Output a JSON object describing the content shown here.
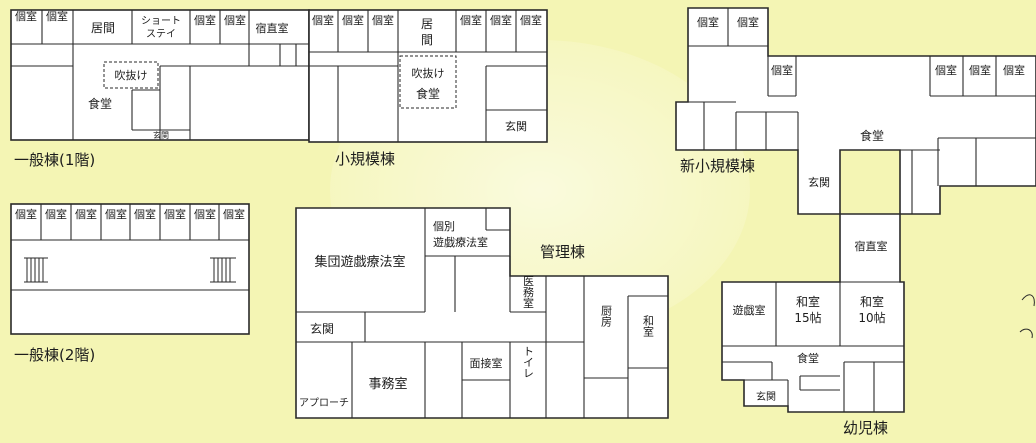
{
  "colors": {
    "background": "#f4f5b4",
    "wall": "#2a2a2a",
    "room_fill": "#ffffff"
  },
  "buildings": {
    "ippan1": {
      "caption": "一般棟(1階)",
      "rooms": {
        "koshitsu_a": "個室",
        "koshitsu_b": "個室",
        "ima": "居間",
        "shortstay_1": "ショート",
        "shortstay_2": "ステイ",
        "koshitsu_c": "個室",
        "koshitsu_d": "個室",
        "shukuchoku": "宿直室",
        "fukinuke": "吹抜け",
        "shokudo": "食堂",
        "genkan": "玄関"
      }
    },
    "shokibo": {
      "caption": "小規模棟",
      "rooms": {
        "koshitsu_a": "個室",
        "koshitsu_b": "個室",
        "koshitsu_c": "個室",
        "ima_1": "居",
        "ima_2": "間",
        "koshitsu_d": "個室",
        "koshitsu_e": "個室",
        "koshitsu_f": "個室",
        "fukinuke": "吹抜け",
        "shokudo": "食堂",
        "genkan": "玄関"
      }
    },
    "ippan2": {
      "caption": "一般棟(2階)",
      "rooms": [
        "個室",
        "個室",
        "個室",
        "個室",
        "個室",
        "個室",
        "個室",
        "個室"
      ]
    },
    "kanri": {
      "caption": "管理棟",
      "rooms": {
        "shudan": "集団遊戯療法室",
        "kobetsu_1": "個別",
        "kobetsu_2": "遊戯療法室",
        "imu": "医務室",
        "chubo": "厨房",
        "washitsu": "和室",
        "genkan": "玄関",
        "jimu": "事務室",
        "mensetsu": "面接室",
        "toilet": "トイレ",
        "approach": "アプローチ"
      }
    },
    "shinshokibo": {
      "caption": "新小規模棟",
      "rooms": {
        "koshitsu_a": "個室",
        "koshitsu_b": "個室",
        "koshitsu_c": "個室",
        "koshitsu_d": "個室",
        "koshitsu_e": "個室",
        "koshitsu_f": "個室",
        "shokudo": "食堂",
        "genkan": "玄関"
      }
    },
    "yoji": {
      "caption": "幼児棟",
      "rooms": {
        "shukuchoku": "宿直室",
        "yugi": "遊戯室",
        "washitsu15_1": "和室",
        "washitsu15_2": "15帖",
        "washitsu10_1": "和室",
        "washitsu10_2": "10帖",
        "shokudo": "食堂",
        "genkan": "玄関"
      }
    }
  }
}
